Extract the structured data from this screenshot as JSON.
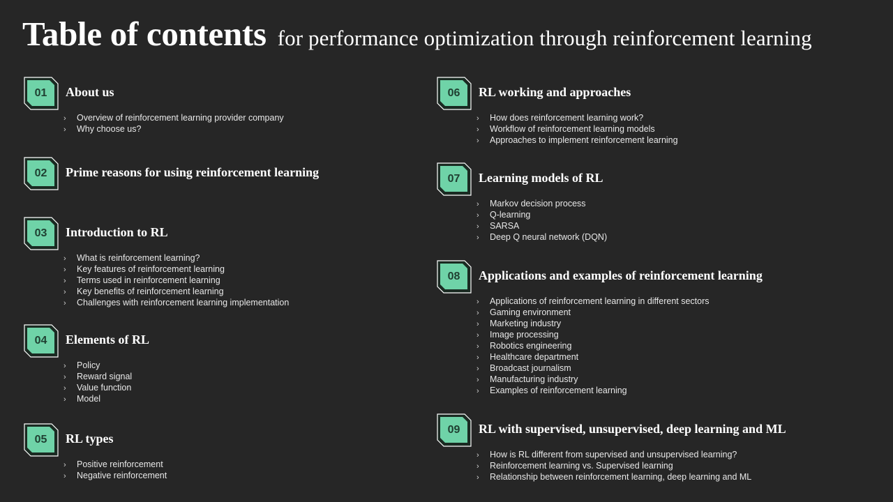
{
  "header": {
    "title": "Table of contents",
    "subtitle": "for performance optimization through reinforcement learning"
  },
  "colors": {
    "background": "#262626",
    "badge_fill": "#6fd3a8",
    "badge_dark": "#1a2a22",
    "badge_outline": "#ffffff",
    "text": "#ffffff"
  },
  "bullet_icon": "›",
  "sections": [
    {
      "number": "01",
      "title": "About us",
      "items": [
        "Overview  of reinforcement  learning provider  company",
        "Why choose us?"
      ]
    },
    {
      "number": "02",
      "title": "Prime reasons for using reinforcement learning",
      "items": []
    },
    {
      "number": "03",
      "title": "Introduction to RL",
      "items": [
        "What is reinforcement  learning?",
        "Key features  of reinforcement  learning",
        "Terms  used in reinforcement  learning",
        "Key benefits  of reinforcement  learning",
        "Challenges  with reinforcement  learning  implementation"
      ]
    },
    {
      "number": "04",
      "title": "Elements of RL",
      "items": [
        "Policy",
        "Reward  signal",
        "Value function",
        "Model"
      ]
    },
    {
      "number": "05",
      "title": "RL types",
      "items": [
        "Positive  reinforcement",
        "Negative  reinforcement"
      ]
    },
    {
      "number": "06",
      "title": "RL working and approaches",
      "items": [
        "How does reinforcement  learning  work?",
        "Workflow of reinforcement  learning  models",
        "Approaches to implement  reinforcement  learning"
      ]
    },
    {
      "number": "07",
      "title": "Learning models of RL",
      "items": [
        "Markov  decision  process",
        "Q-learning",
        "SARSA",
        "Deep Q neural  network (DQN)"
      ]
    },
    {
      "number": "08",
      "title": "Applications and examples of reinforcement learning",
      "items": [
        "Applications of reinforcement  learning in different  sectors",
        "Gaming environment",
        "Marketing industry",
        "Image  processing",
        "Robotics engineering",
        "Healthcare  department",
        "Broadcast journalism",
        "Manufacturing  industry",
        "Examples of reinforcement  learning"
      ]
    },
    {
      "number": "09",
      "title": "RL with supervised, unsupervised, deep learning and ML",
      "items": [
        "How is RL different  from supervised  and unsupervised  learning?",
        "Reinforcement  learning vs. Supervised  learning",
        "Relationship  between reinforcement  learning,  deep learning and ML"
      ]
    }
  ]
}
